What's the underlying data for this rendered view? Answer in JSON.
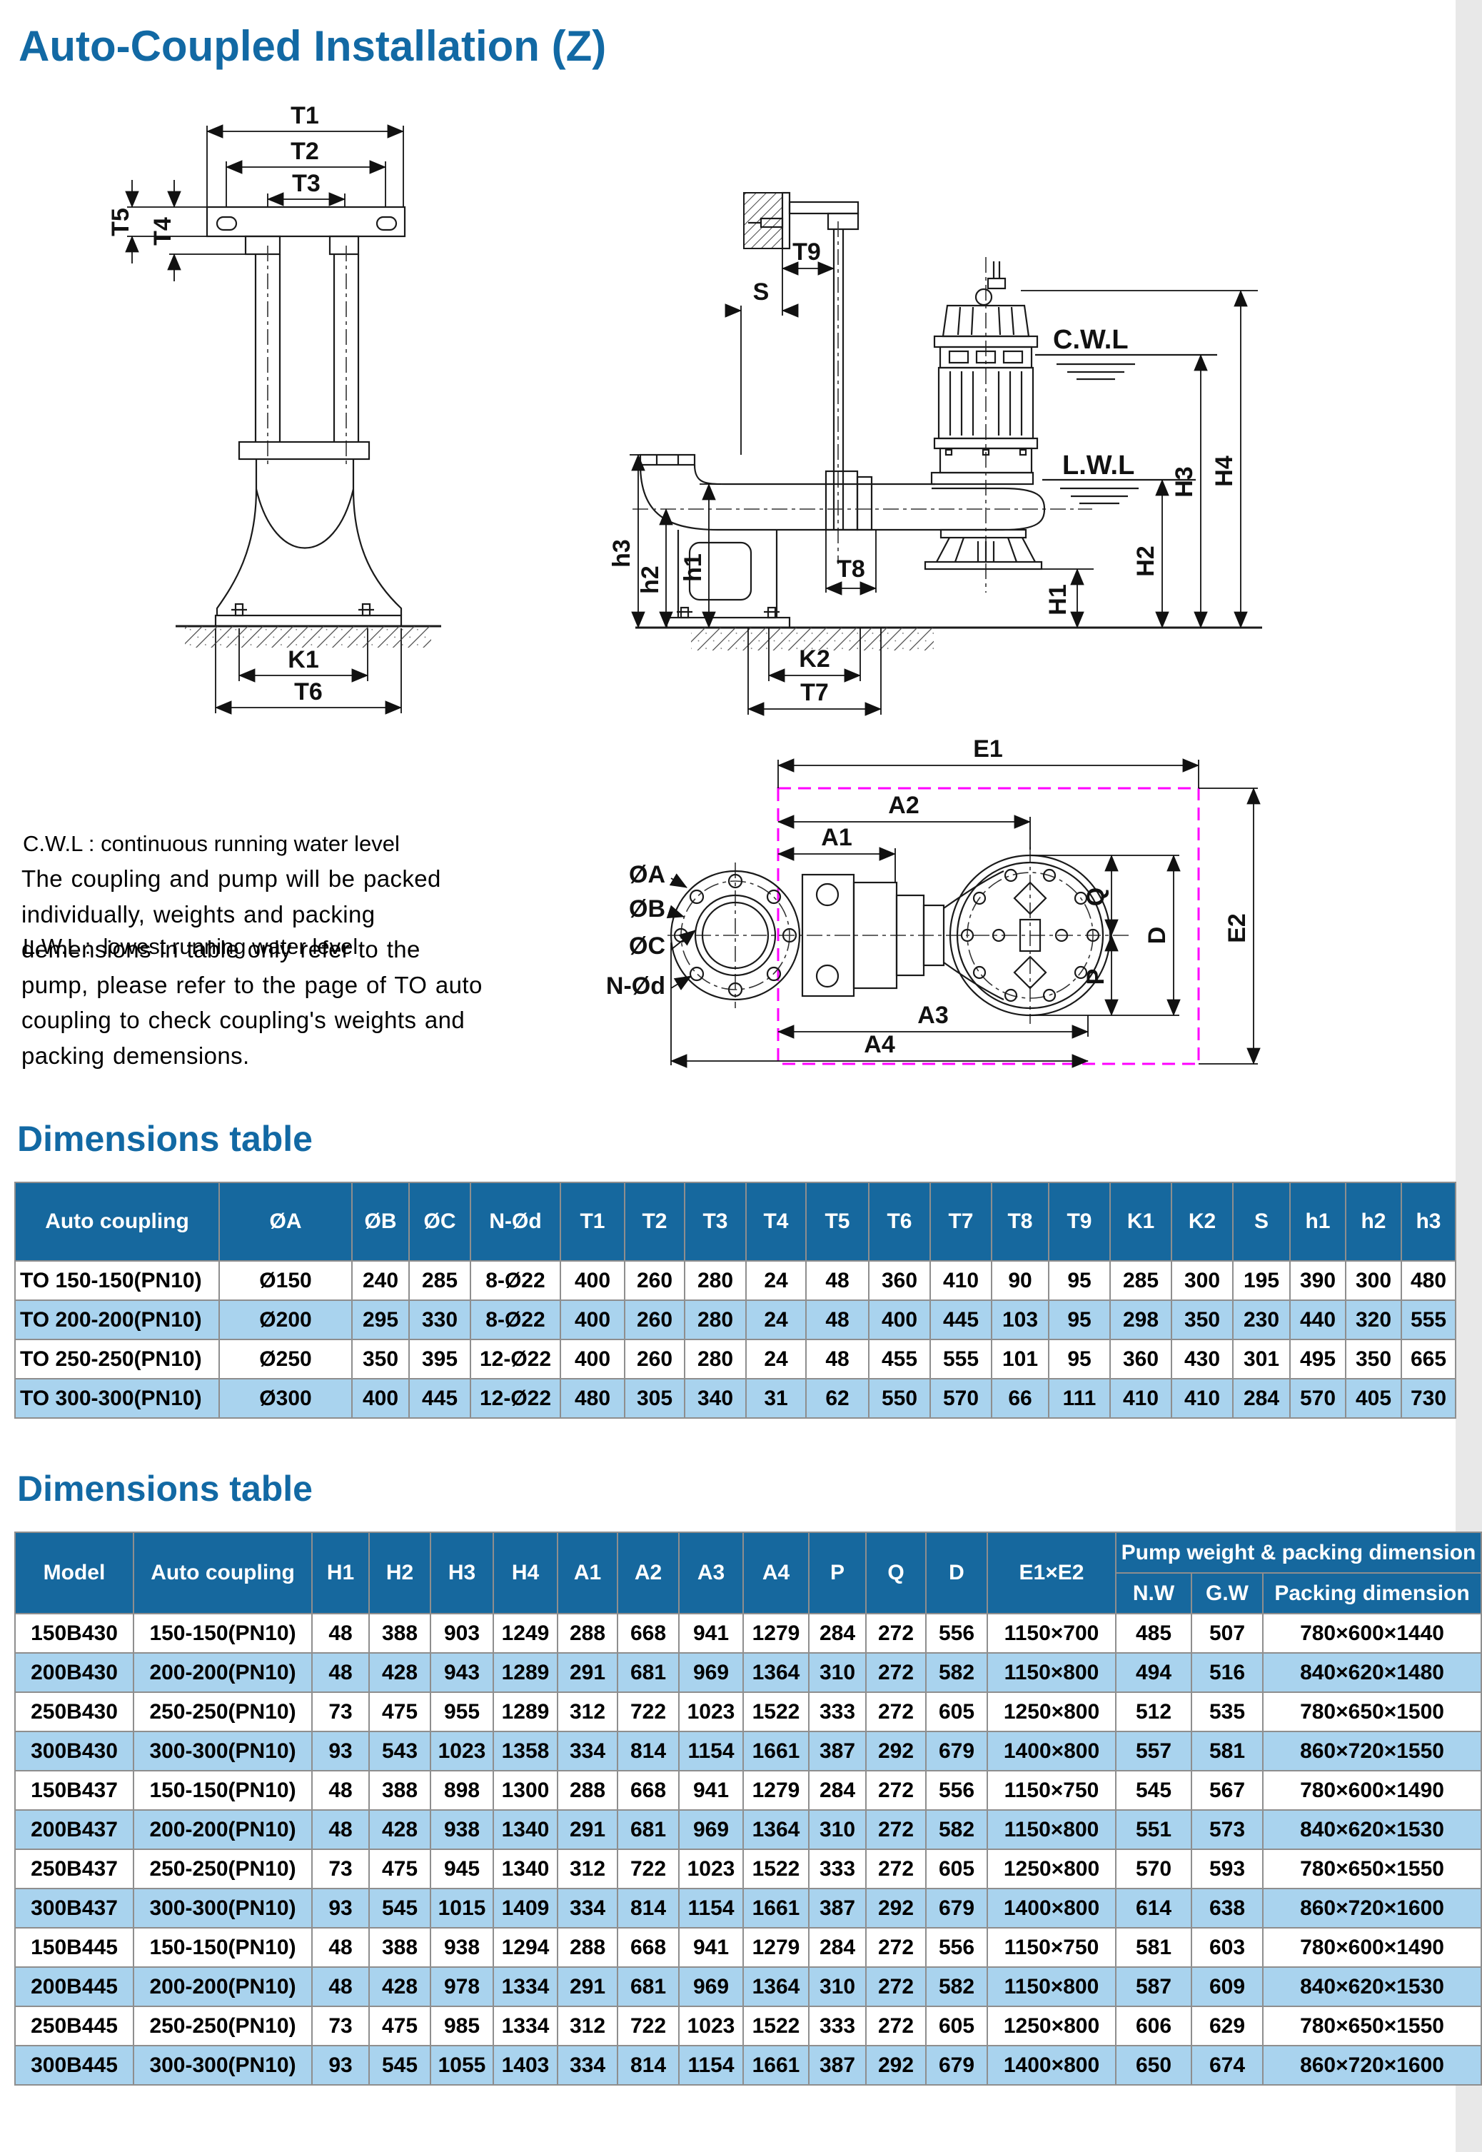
{
  "title": "Auto-Coupled Installation (Z)",
  "notes": {
    "cwl": "C.W.L : continuous running water level",
    "lwl": "L.W.L :  lowest running water level",
    "packing": "The coupling and pump will be packed individually, weights and packing demensions in table only refer to the pump, please refer to the page of TO auto coupling to check coupling's weights and packing demensions."
  },
  "labels": {
    "t1": "T1",
    "t2": "T2",
    "t3": "T3",
    "t4": "T4",
    "t5": "T5",
    "t6": "T6",
    "t7": "T7",
    "t8": "T8",
    "t9": "T9",
    "k1": "K1",
    "k2": "K2",
    "s": "S",
    "h1": "h1",
    "h2": "h2",
    "h3": "h3",
    "H1": "H1",
    "H2": "H2",
    "H3": "H3",
    "H4": "H4",
    "cwl": "C.W.L",
    "lwl": "L.W.L",
    "e1": "E1",
    "e2": "E2",
    "a1": "A1",
    "a2": "A2",
    "a3": "A3",
    "a4": "A4",
    "p": "P",
    "q": "Q",
    "d": "D",
    "oa": "ØA",
    "ob": "ØB",
    "oc": "ØC",
    "nod": "N-Ød"
  },
  "table1": {
    "heading": "Dimensions table",
    "columns": [
      "Auto coupling",
      "ØA",
      "ØB",
      "ØC",
      "N-Ød",
      "T1",
      "T2",
      "T3",
      "T4",
      "T5",
      "T6",
      "T7",
      "T8",
      "T9",
      "K1",
      "K2",
      "S",
      "h1",
      "h2",
      "h3"
    ],
    "rows": [
      [
        "TO 150-150(PN10)",
        "Ø150",
        "240",
        "285",
        "8-Ø22",
        "400",
        "260",
        "280",
        "24",
        "48",
        "360",
        "410",
        "90",
        "95",
        "285",
        "300",
        "195",
        "390",
        "300",
        "480"
      ],
      [
        "TO 200-200(PN10)",
        "Ø200",
        "295",
        "330",
        "8-Ø22",
        "400",
        "260",
        "280",
        "24",
        "48",
        "400",
        "445",
        "103",
        "95",
        "298",
        "350",
        "230",
        "440",
        "320",
        "555"
      ],
      [
        "TO 250-250(PN10)",
        "Ø250",
        "350",
        "395",
        "12-Ø22",
        "400",
        "260",
        "280",
        "24",
        "48",
        "455",
        "555",
        "101",
        "95",
        "360",
        "430",
        "301",
        "495",
        "350",
        "665"
      ],
      [
        "TO 300-300(PN10)",
        "Ø300",
        "400",
        "445",
        "12-Ø22",
        "480",
        "305",
        "340",
        "31",
        "62",
        "550",
        "570",
        "66",
        "111",
        "410",
        "410",
        "284",
        "570",
        "405",
        "730"
      ]
    ]
  },
  "table2": {
    "heading": "Dimensions table",
    "columns": [
      "Model",
      "Auto coupling",
      "H1",
      "H2",
      "H3",
      "H4",
      "A1",
      "A2",
      "A3",
      "A4",
      "P",
      "Q",
      "D",
      "E1×E2"
    ],
    "group_header": "Pump weight & packing dimension",
    "group_columns": [
      "N.W",
      "G.W",
      "Packing dimension"
    ],
    "rows": [
      [
        "150B430",
        "150-150(PN10)",
        "48",
        "388",
        "903",
        "1249",
        "288",
        "668",
        "941",
        "1279",
        "284",
        "272",
        "556",
        "1150×700",
        "485",
        "507",
        "780×600×1440"
      ],
      [
        "200B430",
        "200-200(PN10)",
        "48",
        "428",
        "943",
        "1289",
        "291",
        "681",
        "969",
        "1364",
        "310",
        "272",
        "582",
        "1150×800",
        "494",
        "516",
        "840×620×1480"
      ],
      [
        "250B430",
        "250-250(PN10)",
        "73",
        "475",
        "955",
        "1289",
        "312",
        "722",
        "1023",
        "1522",
        "333",
        "272",
        "605",
        "1250×800",
        "512",
        "535",
        "780×650×1500"
      ],
      [
        "300B430",
        "300-300(PN10)",
        "93",
        "543",
        "1023",
        "1358",
        "334",
        "814",
        "1154",
        "1661",
        "387",
        "292",
        "679",
        "1400×800",
        "557",
        "581",
        "860×720×1550"
      ],
      [
        "150B437",
        "150-150(PN10)",
        "48",
        "388",
        "898",
        "1300",
        "288",
        "668",
        "941",
        "1279",
        "284",
        "272",
        "556",
        "1150×750",
        "545",
        "567",
        "780×600×1490"
      ],
      [
        "200B437",
        "200-200(PN10)",
        "48",
        "428",
        "938",
        "1340",
        "291",
        "681",
        "969",
        "1364",
        "310",
        "272",
        "582",
        "1150×800",
        "551",
        "573",
        "840×620×1530"
      ],
      [
        "250B437",
        "250-250(PN10)",
        "73",
        "475",
        "945",
        "1340",
        "312",
        "722",
        "1023",
        "1522",
        "333",
        "272",
        "605",
        "1250×800",
        "570",
        "593",
        "780×650×1550"
      ],
      [
        "300B437",
        "300-300(PN10)",
        "93",
        "545",
        "1015",
        "1409",
        "334",
        "814",
        "1154",
        "1661",
        "387",
        "292",
        "679",
        "1400×800",
        "614",
        "638",
        "860×720×1600"
      ],
      [
        "150B445",
        "150-150(PN10)",
        "48",
        "388",
        "938",
        "1294",
        "288",
        "668",
        "941",
        "1279",
        "284",
        "272",
        "556",
        "1150×750",
        "581",
        "603",
        "780×600×1490"
      ],
      [
        "200B445",
        "200-200(PN10)",
        "48",
        "428",
        "978",
        "1334",
        "291",
        "681",
        "969",
        "1364",
        "310",
        "272",
        "582",
        "1150×800",
        "587",
        "609",
        "840×620×1530"
      ],
      [
        "250B445",
        "250-250(PN10)",
        "73",
        "475",
        "985",
        "1334",
        "312",
        "722",
        "1023",
        "1522",
        "333",
        "272",
        "605",
        "1250×800",
        "606",
        "629",
        "780×650×1550"
      ],
      [
        "300B445",
        "300-300(PN10)",
        "93",
        "545",
        "1055",
        "1403",
        "334",
        "814",
        "1154",
        "1661",
        "387",
        "292",
        "679",
        "1400×800",
        "650",
        "674",
        "860×720×1600"
      ]
    ]
  },
  "colors": {
    "accent_blue": "#1269A4",
    "table_header_bg": "#16689E",
    "row_alt_bg": "#A9D3EE",
    "envelope_magenta": "#FF00FF"
  }
}
